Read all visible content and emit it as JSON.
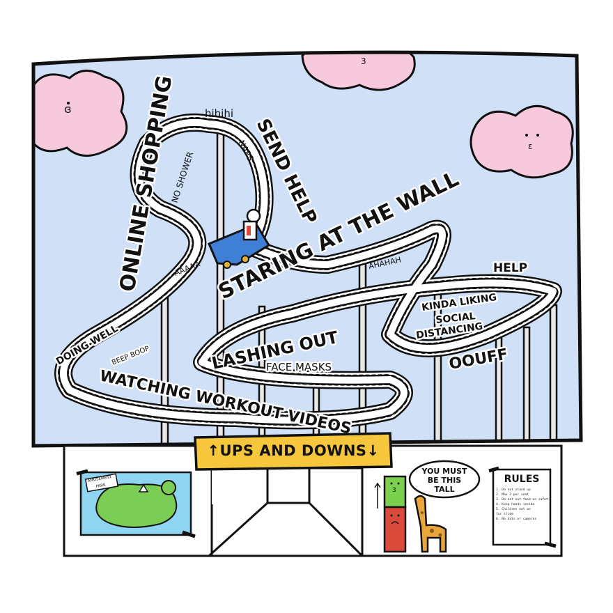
{
  "ride_labels": {
    "online_shopping": "ONLINE SHOPPING",
    "hihihi": "hihihi",
    "send_help": "SEND HELP",
    "no_shower": "NO SHOWER",
    "naps": "NAPS",
    "aaaaa": "AAAAA",
    "staring_at_the_wall": "STARING AT THE WALL",
    "ahahah": "AHAHAH",
    "help": "HELP",
    "kinda_liking": "KINDA LIKING",
    "social": "SOCIAL",
    "distancing": "DISTANCING",
    "ooff": "OOUFF",
    "lashing_out": "LASHING OUT",
    "face_masks": "FACE MASKS",
    "doing_well": "DOING WELL",
    "beep_boop": "BEEP BOOP",
    "watching_workout_videos": "WATCHING WORKOUT VIDEOS"
  },
  "entrance_sign": "↑UPS AND DOWNS↓",
  "park_map": {
    "title_line1": "AMUSEMENT",
    "title_line2": "PARK"
  },
  "height_check": {
    "text_line1": "YOU MUST",
    "text_line2": "BE THIS",
    "text_line3": "TALL"
  },
  "rules": {
    "title": "RULES",
    "items": [
      "1. Do not stand up",
      "2. Max 2 per seat",
      "3. Do not eat food on safety bar",
      "4. Keep hands inside",
      "5. Children not on",
      "   for slide",
      "6. No hats or cameras"
    ]
  },
  "colors": {
    "sky": "#cfe0f7",
    "cloud": "#f7c9dd",
    "sign": "#f6c63c",
    "cart": "#3f7fd6",
    "ruler_red": "#d94a3d",
    "ruler_green": "#7bd04e",
    "giraffe": "#e9a63c",
    "map_water": "#8fd4f0",
    "map_land": "#7ccd55"
  }
}
